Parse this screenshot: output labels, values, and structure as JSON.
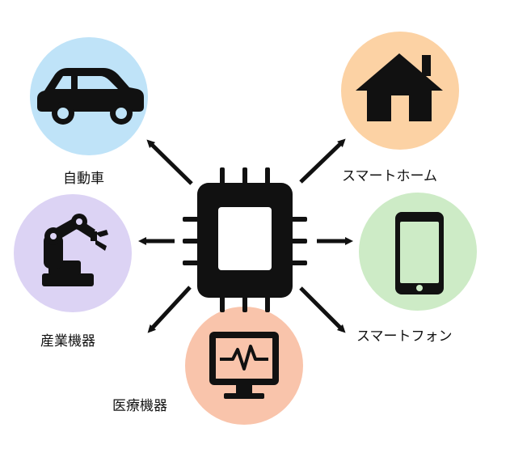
{
  "center": {
    "icon": "microchip-icon"
  },
  "nodes": [
    {
      "id": "car",
      "label": "自動車",
      "icon": "car-icon",
      "color": "#bfe3f8"
    },
    {
      "id": "home",
      "label": "スマートホーム",
      "icon": "house-icon",
      "color": "#fcd2a4"
    },
    {
      "id": "robot",
      "label": "産業機器",
      "icon": "robot-arm-icon",
      "color": "#dcd3f4"
    },
    {
      "id": "phone",
      "label": "スマートフォン",
      "icon": "smartphone-icon",
      "color": "#cdebc6"
    },
    {
      "id": "medical",
      "label": "医療機器",
      "icon": "heart-monitor-icon",
      "color": "#f9c4ab"
    }
  ],
  "colors": {
    "ink": "#111111",
    "chip_window": "#ffffff"
  }
}
